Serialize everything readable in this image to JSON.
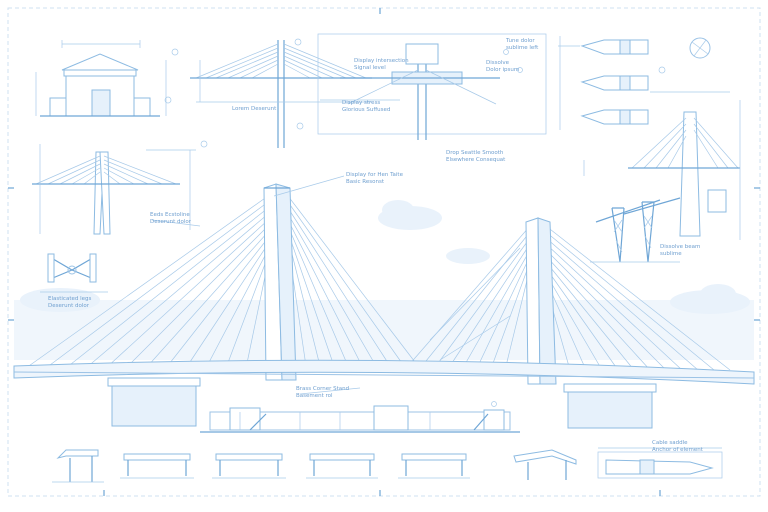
{
  "notes": {
    "top_tower": [
      "Display intersection",
      "Signal level"
    ],
    "top_left_label": "Lorem Deserunt",
    "center_top": [
      "Display stress",
      "Glorious Suffused"
    ],
    "crane_label": [
      "Tune dolor",
      "sublime left"
    ],
    "crane_label2": [
      "Dissolve",
      "Dolor ipsum"
    ],
    "mid_block": [
      "Drop Seattle Smooth",
      "Elsewhere Consequat"
    ],
    "left_mid": [
      "Eeds Ecstoline",
      "Deserunt dolor"
    ],
    "main_tower": [
      "Display for Hen Taite",
      "Basic Resonst"
    ],
    "left_tower": [
      "Elasticated legs",
      "Deserunt dolor"
    ],
    "foundation": [
      "Brass Corner Stand",
      "Basement rol"
    ],
    "right_mid": [
      "Dissolve beam",
      "sublime"
    ],
    "bottom_right": [
      "Cable saddle",
      "Anchor of element"
    ]
  },
  "colors": {
    "line": "#9cc3e6",
    "line_dark": "#6fa6d6",
    "fill": "#e6f1fb",
    "background": "#ffffff"
  }
}
